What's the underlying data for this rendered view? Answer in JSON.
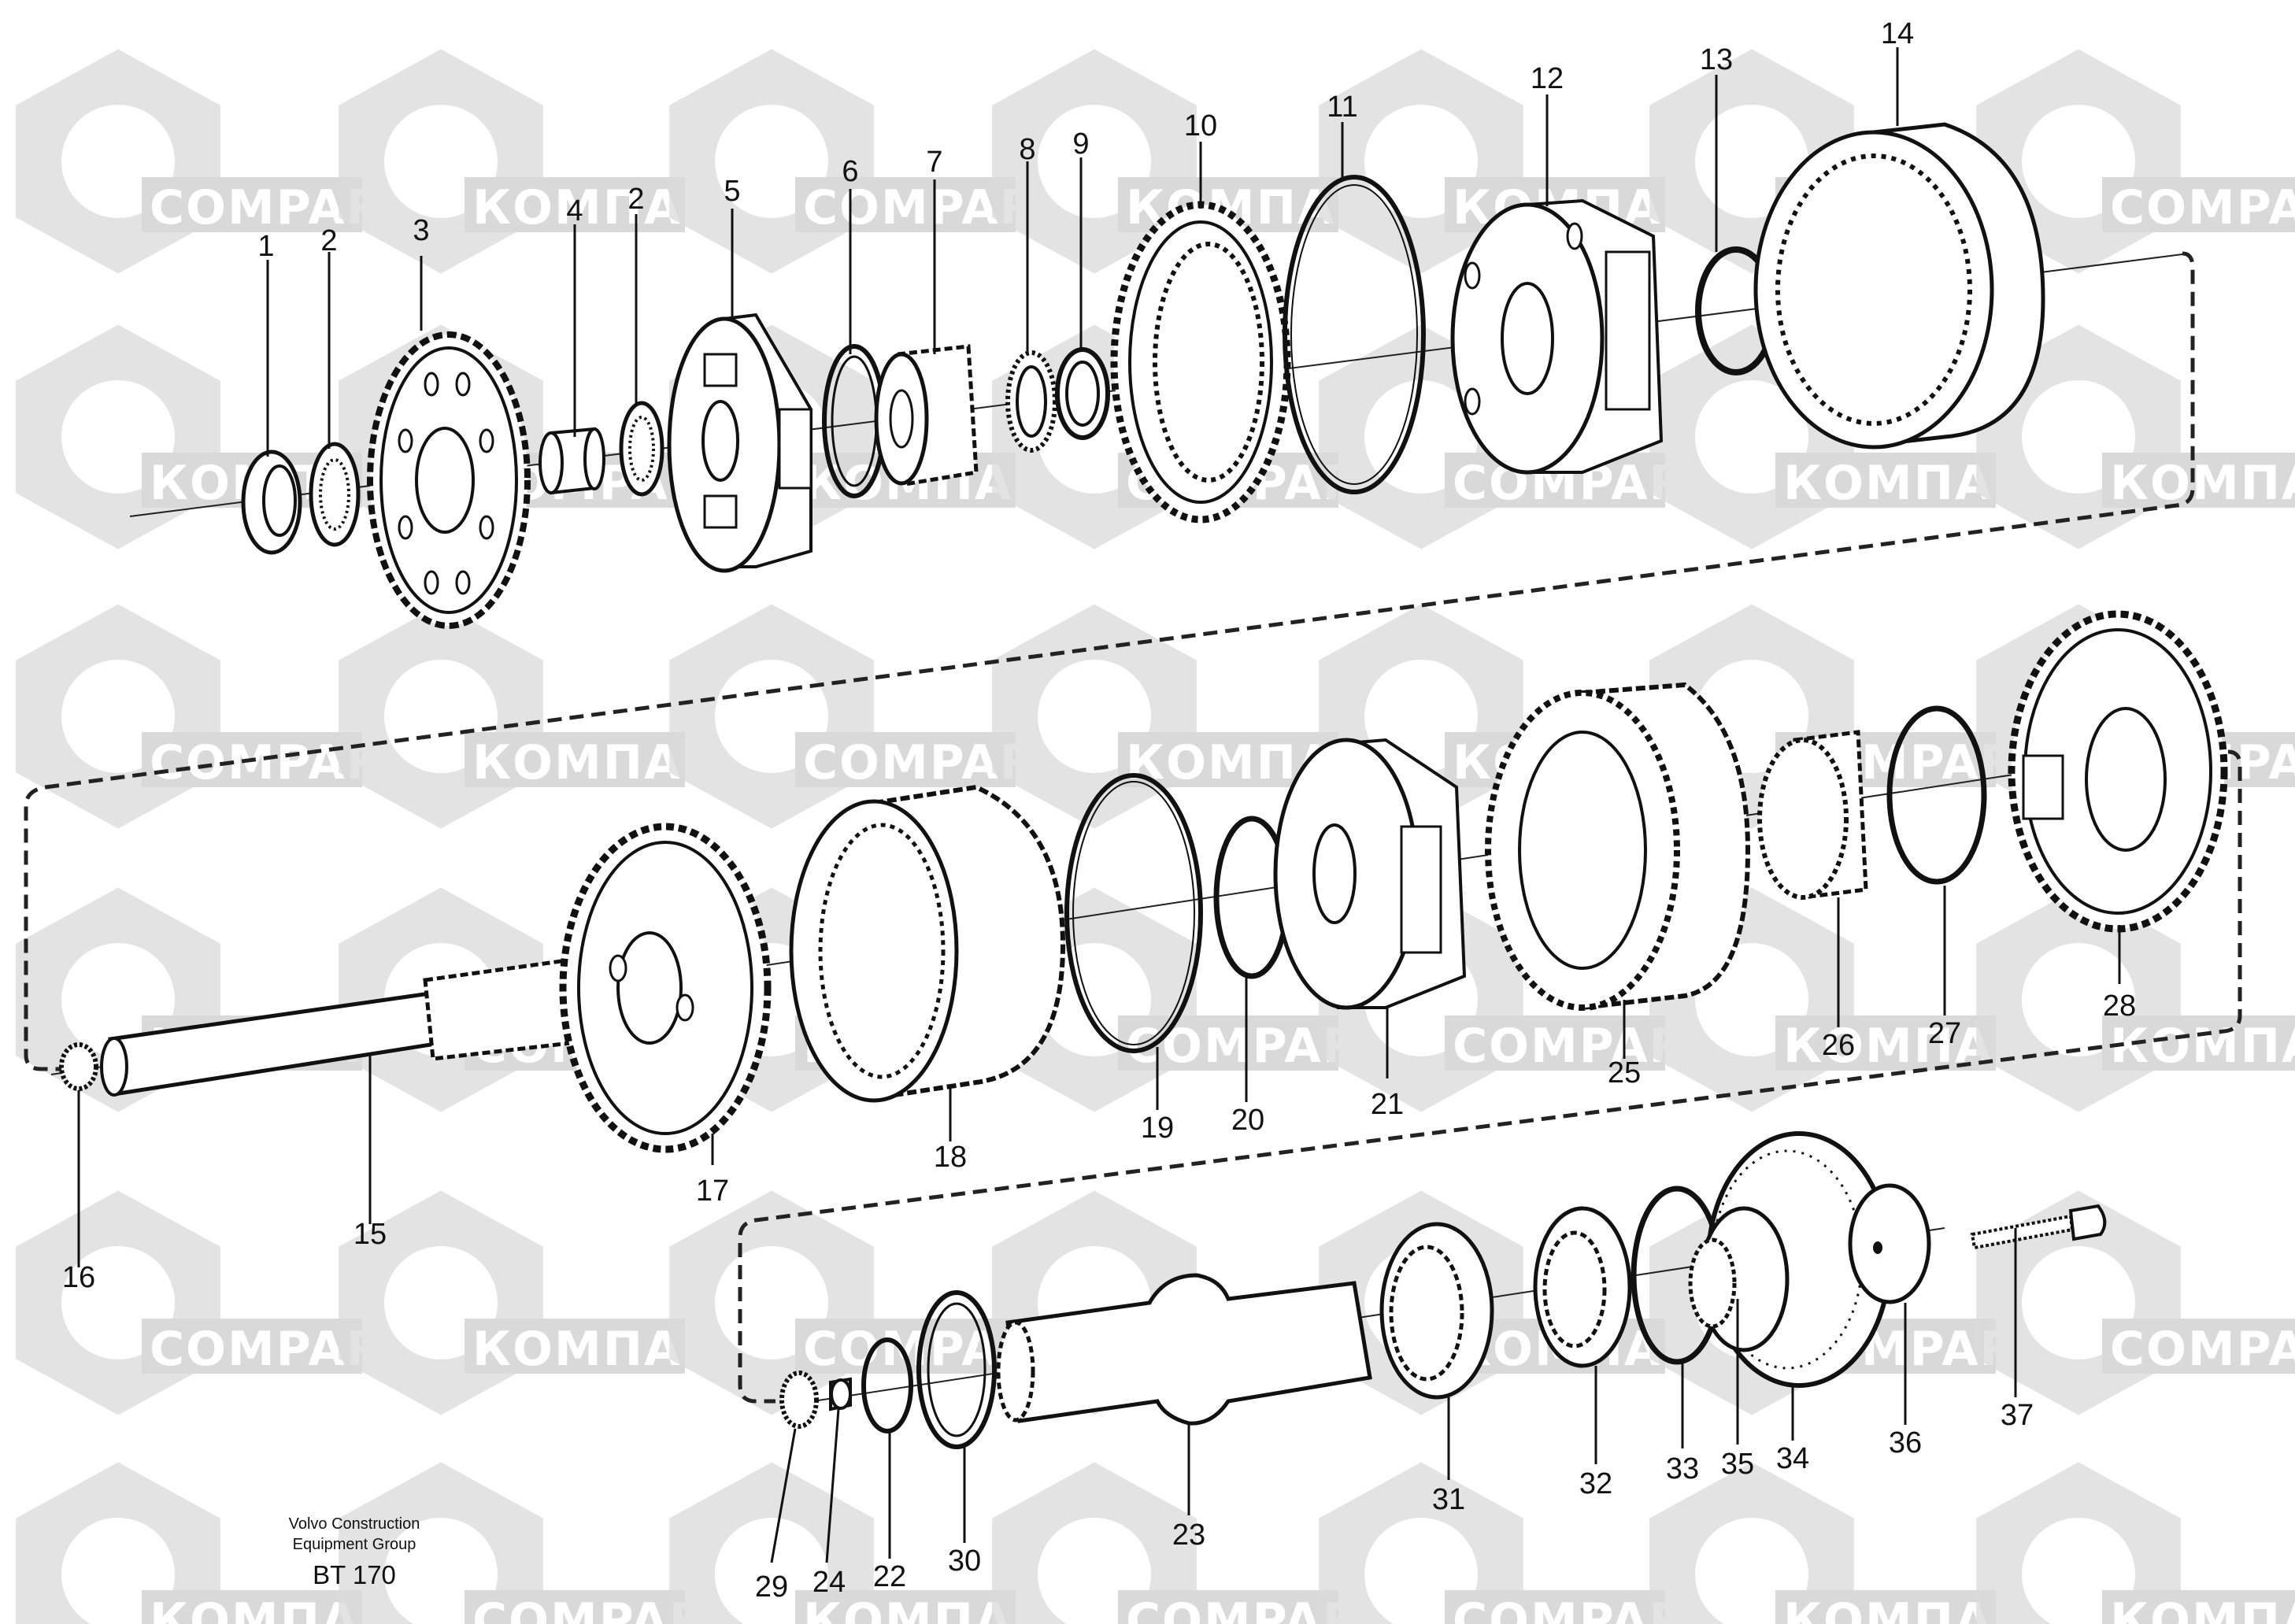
{
  "watermark": {
    "label_latin": "COMPART",
    "label_cyrillic": "КОМПАРТ",
    "color": "#d9d9d9"
  },
  "footer": {
    "line1": "Volvo Construction",
    "line2": "Equipment Group",
    "code": "BT 170"
  },
  "callouts": [
    "1",
    "2",
    "3",
    "4",
    "2",
    "5",
    "6",
    "7",
    "8",
    "9",
    "10",
    "11",
    "12",
    "13",
    "14",
    "15",
    "16",
    "17",
    "18",
    "19",
    "20",
    "21",
    "25",
    "26",
    "27",
    "28",
    "23",
    "29",
    "24",
    "22",
    "30",
    "31",
    "32",
    "33",
    "35",
    "34",
    "36",
    "37"
  ]
}
